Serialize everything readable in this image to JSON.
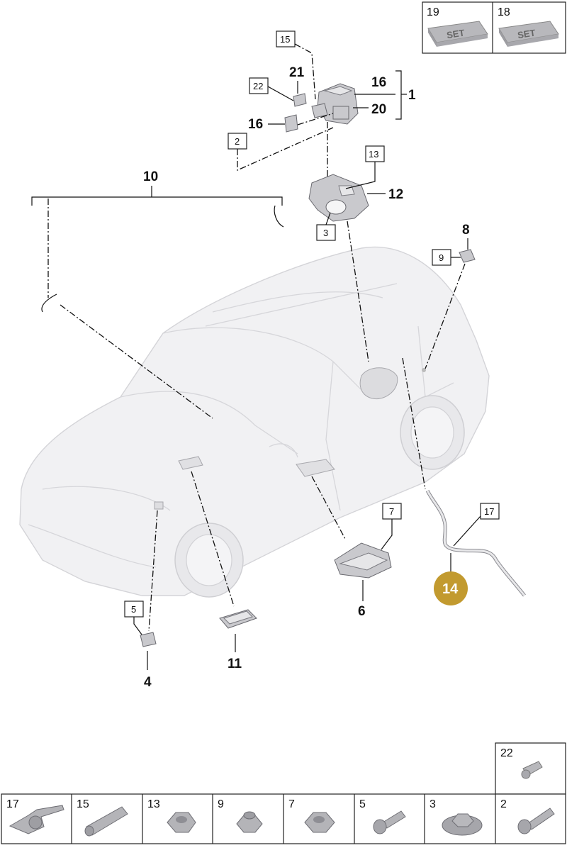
{
  "set_boxes": [
    {
      "number": "19",
      "label": "SET"
    },
    {
      "number": "18",
      "label": "SET"
    }
  ],
  "callouts": {
    "c1": "1",
    "c2": "2",
    "c3": "3",
    "c4": "4",
    "c5": "5",
    "c6": "6",
    "c7": "7",
    "c8": "8",
    "c9": "9",
    "c10": "10",
    "c11": "11",
    "c12": "12",
    "c13": "13",
    "c14": "14",
    "c15": "15",
    "c16a": "16",
    "c16b": "16",
    "c17": "17",
    "c20": "20",
    "c21": "21",
    "c22": "22"
  },
  "hardware_table": {
    "top_cell": "22",
    "cells": [
      "17",
      "15",
      "13",
      "9",
      "7",
      "5",
      "3",
      "2"
    ]
  },
  "colors": {
    "highlight": "#c29a2f",
    "car_fill": "#f1f1f3",
    "part_fill": "#c9c9cd"
  }
}
